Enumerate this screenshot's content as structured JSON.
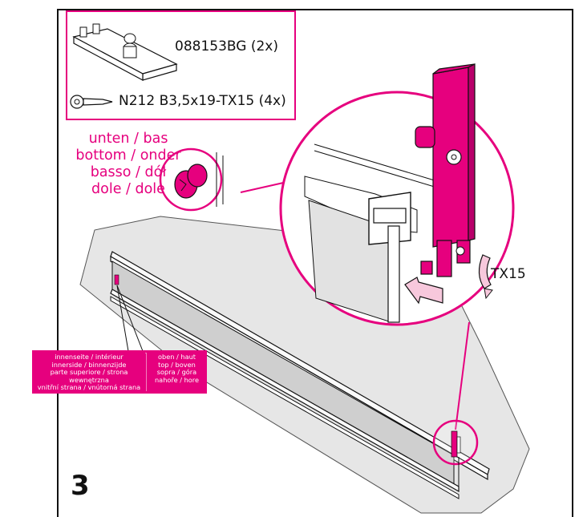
{
  "parts": [
    {
      "code": "088153BG (2x)"
    },
    {
      "code": "N212 B3,5x19-TX15 (4x)"
    }
  ],
  "position_label": [
    "unten / bas",
    "bottom / onder",
    "basso / dół",
    "dole / dole"
  ],
  "tool_label": "TX15",
  "step_number": "3",
  "side_label": {
    "left": [
      "innenseite / intérieur",
      "innerside / binnenzijde",
      "parte superiore / strona wewnętrzna",
      "vnitřní strana / vnútorná strana"
    ],
    "right": [
      "oben / haut",
      "top / boven",
      "sopra / góra",
      "nahoře / hore"
    ]
  },
  "colors": {
    "accent": "#e6007e",
    "outline": "#111111",
    "panel": "#e6e6e6"
  }
}
